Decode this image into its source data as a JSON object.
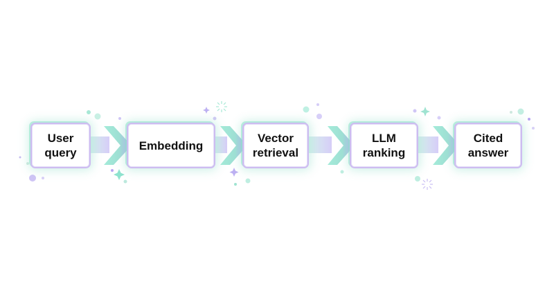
{
  "steps": [
    {
      "label": "User\nquery"
    },
    {
      "label": "Embedding"
    },
    {
      "label": "Vector\nretrieval"
    },
    {
      "label": "LLM\nranking"
    },
    {
      "label": "Cited\nanswer"
    }
  ],
  "colors": {
    "accent_mint": "#8fe3cf",
    "accent_lavender": "#b9a6f2",
    "border": "#cdbcf0",
    "text": "#111111"
  }
}
